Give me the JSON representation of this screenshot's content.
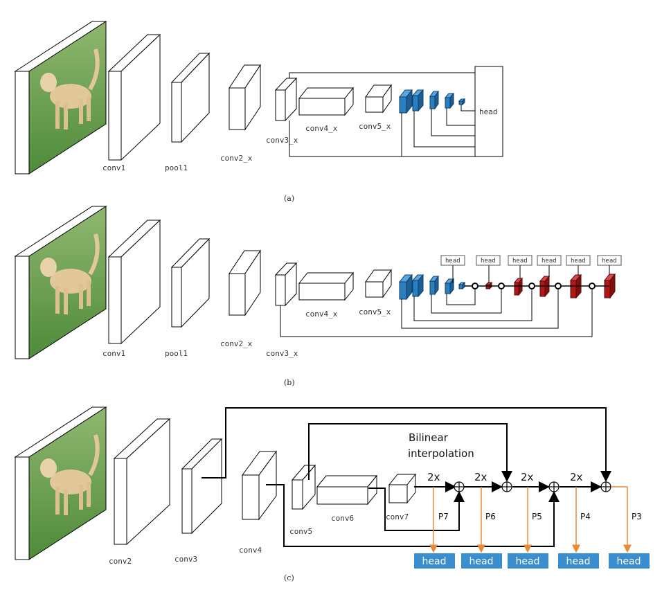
{
  "panels": [
    {
      "caption": "(a)",
      "labels": {
        "conv1": "conv1",
        "pool1": "pool1",
        "conv2_x": "conv2_x",
        "conv3_x": "conv3_x",
        "conv4_x": "conv4_x",
        "conv5_x": "conv5_x",
        "head": "head"
      }
    },
    {
      "caption": "(b)",
      "labels": {
        "conv1": "conv1",
        "pool1": "pool1",
        "conv2_x": "conv2_x",
        "conv3_x": "conv3_x",
        "conv4_x": "conv4_x",
        "conv5_x": "conv5_x",
        "head": "head"
      }
    },
    {
      "caption": "(c)",
      "labels": {
        "conv2": "conv2",
        "conv3": "conv3",
        "conv4": "conv4",
        "conv5": "conv5",
        "conv6": "conv6",
        "conv7": "conv7",
        "bilinear_line1": "Bilinear",
        "bilinear_line2": "interpolation",
        "upsample": "2x",
        "p7": "P7",
        "p6": "P6",
        "p5": "P5",
        "p4": "P4",
        "p3": "P3",
        "head": "head"
      }
    }
  ],
  "colors": {
    "blue_block": "#2a7fc0",
    "red_block": "#b01818",
    "head_fill": "#3a8fd0",
    "orange_arrow": "#e88a3a"
  }
}
